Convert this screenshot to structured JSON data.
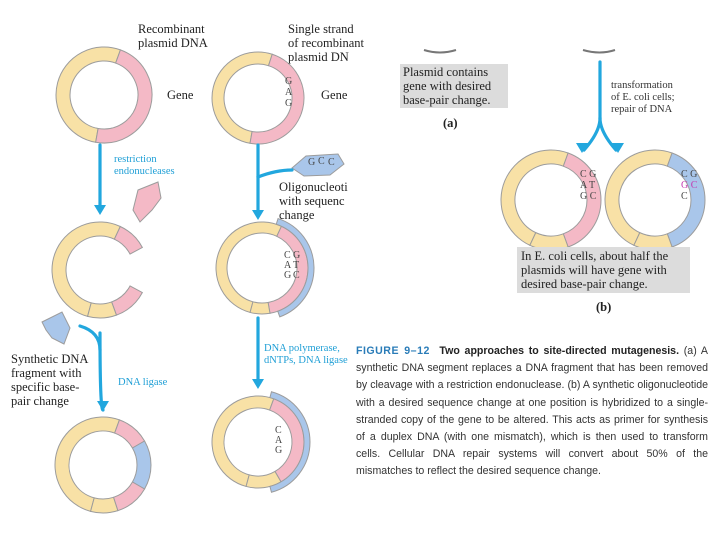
{
  "labels": {
    "recombinant_plasmid_dna": "Recombinant\nplasmid DNA",
    "single_strand": "Single strand\nof recombinant\nplasmid DN",
    "gene_left": "Gene",
    "gene_mid": "Gene",
    "restriction_endonucleases": "restriction\nendonucleases",
    "oligonucleotide": "Oligonucleoti\nwith sequenc\nchange",
    "synthetic_dna_fragment": "Synthetic DNA\nfragment with\nspecific base-\npair change",
    "dna_ligase": "DNA ligase",
    "dna_polymerase": "DNA polymerase,\ndNTPs, DNA ligase",
    "plasmid_contains": "Plasmid contains\ngene with desired\nbase-pair change.",
    "transformation": "transformation\nof E. coli cells;\nrepair of DNA",
    "ecoli_cells": "In E. coli cells, about half the\nplasmids will have gene with\ndesired base-pair change.",
    "panel_a": "(a)",
    "panel_b": "(b)"
  },
  "bases": {
    "mid_top": [
      "G",
      "A",
      "G"
    ],
    "oligo": [
      "G",
      "C",
      "C"
    ],
    "mid_left": [
      "C",
      "A",
      "G"
    ],
    "mid_right": [
      "G",
      "T",
      "C"
    ],
    "right1": [
      "C G",
      "A T",
      "G C"
    ],
    "right2": [
      "C G",
      "G C",
      "C"
    ]
  },
  "caption": {
    "figure": "FIGURE 9–12",
    "title": "Two approaches to site-directed mutagenesis.",
    "body": "(a) A synthetic DNA segment replaces a DNA fragment that has been removed by cleavage with a restriction endonuclease. (b) A synthetic oligonucleotide with a desired sequence change at one position is hybridized to a single-stranded copy of the gene to be altered. This acts as primer for synthesis of a duplex DNA (with one mismatch), which is then used to transform cells. Cellular DNA repair systems will convert about 50% of the mismatches to reflect the desired sequence change."
  },
  "colors": {
    "plasmid": "#f8e1a6",
    "gene": "#f4b9c6",
    "new_dna": "#a9c6ea",
    "arrow": "#22a7de",
    "outline": "#9c9c9c"
  }
}
